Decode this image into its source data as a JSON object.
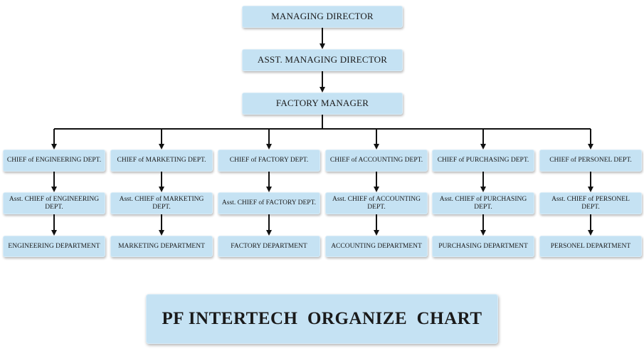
{
  "chart": {
    "managing_director": "MANAGING DIRECTOR",
    "asst_managing_director": "ASST. MANAGING DIRECTOR",
    "factory_manager": "FACTORY MANAGER",
    "departments": [
      {
        "chief": "CHIEF of ENGINEERING DEPT.",
        "asst_chief": "Asst. CHIEF of ENGINEERING DEPT.",
        "department": "ENGINEERING DEPARTMENT"
      },
      {
        "chief": "CHIEF of MARKETING DEPT.",
        "asst_chief": "Asst. CHIEF of MARKETING DEPT.",
        "department": "MARKETING DEPARTMENT"
      },
      {
        "chief": "CHIEF of FACTORY DEPT.",
        "asst_chief": "Asst. CHIEF of FACTORY DEPT.",
        "department": "FACTORY DEPARTMENT"
      },
      {
        "chief": "CHIEF of ACCOUNTING DEPT.",
        "asst_chief": "Asst. CHIEF of ACCOUNTING DEPT.",
        "department": "ACCOUNTING DEPARTMENT"
      },
      {
        "chief": "CHIEF of PURCHASING DEPT.",
        "asst_chief": "Asst. CHIEF of PURCHASING DEPT.",
        "department": "PURCHASING DEPARTMENT"
      },
      {
        "chief": "CHIEF of PERSONEL DEPT.",
        "asst_chief": "Asst. CHIEF of PERSONEL DEPT.",
        "department": "PERSONEL DEPARTMENT"
      }
    ],
    "title": "PF INTERTECH  ORGANIZE  CHART"
  },
  "colors": {
    "box_fill": "#c5e2f3",
    "connector": "#111111"
  }
}
